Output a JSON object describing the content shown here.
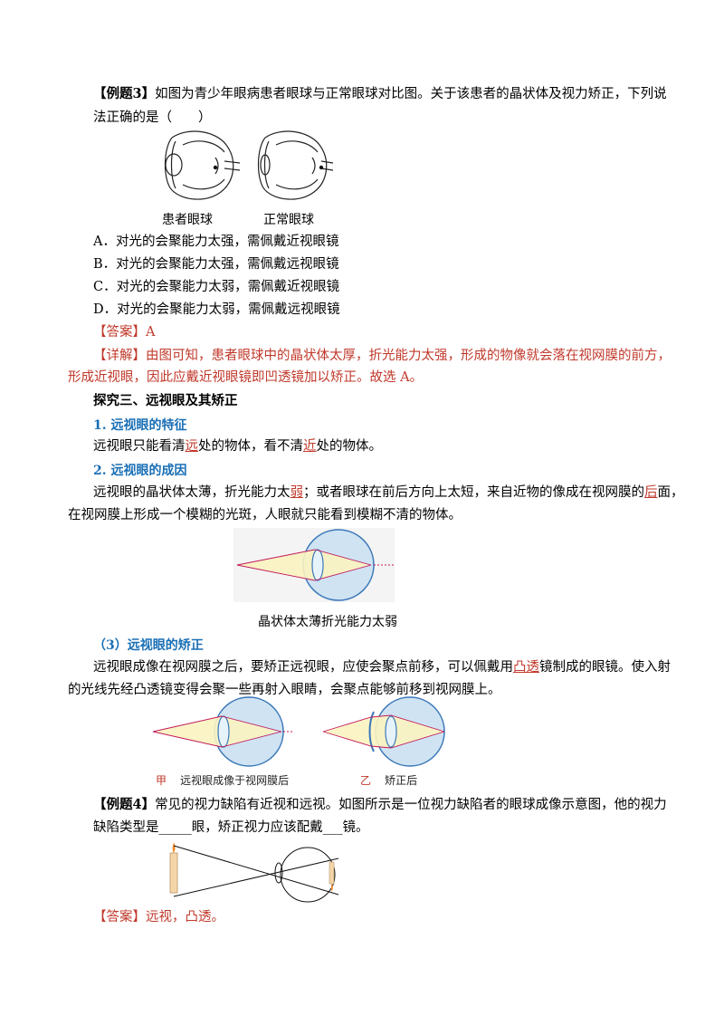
{
  "ex3": {
    "label": "【例题3】",
    "stem_l1": "如图为青少年眼病患者眼球与正常眼球对比图。关于该患者的晶状体及视力矫正，下列说",
    "stem_l2": "法正确的是（　　）",
    "cap_patient": "患者眼球",
    "cap_normal": "正常眼球",
    "options": [
      "A．对光的会聚能力太强，需佩戴近视眼镜",
      "B．对光的会聚能力太强，需佩戴远视眼镜",
      "C．对光的会聚能力太弱，需佩戴近视眼镜",
      "D．对光的会聚能力太弱，需佩戴远视眼镜"
    ],
    "answer_label": "【答案】",
    "answer": "A",
    "detail_label": "【详解】",
    "detail_l1": "由图可知，患者眼球中的晶状体太厚，折光能力太强，形成的物像就会落在视网膜的前方，",
    "detail_l2": "形成近视眼，因此应戴近视眼镜即凹透镜加以矫正。故选 A。"
  },
  "section3": {
    "title": "探究三、远视眼及其矫正",
    "h1": "1. 远视眼的特征",
    "p1_a": "远视眼只能看清",
    "p1_far": "远",
    "p1_b": "处的物体，看不清",
    "p1_near": "近",
    "p1_c": "处的物体。",
    "h2": "2. 远视眼的成因",
    "p2_a": "远视眼的晶状体太薄，折光能力太",
    "p2_weak": "弱",
    "p2_b": "；或者眼球在前后方向上太短，来自近物的像成在视网膜的",
    "p2_back": "后",
    "p2_c": "面，",
    "p2_l2": "在视网膜上形成一个模糊的光斑，人眼就只能看到模糊不清的物体。",
    "fig_caption": "晶状体太薄折光能力太弱",
    "h3": "（3）远视眼的矫正",
    "p3_a": "远视眼成像在视网膜之后，要矫正远视眼，应使会聚点前移，可以佩戴用",
    "p3_convex": "凸透",
    "p3_b": "镜制成的眼镜。使入射",
    "p3_l2": "的光线先经凸透镜变得会聚一些再射入眼睛，会聚点能够前移到视网膜上。",
    "fig_jia_mark": "甲",
    "fig_jia_text": "远视眼成像于视网膜后",
    "fig_yi_mark": "乙",
    "fig_yi_text": "矫正后"
  },
  "ex4": {
    "label": "【例题4】",
    "stem_l1": "常见的视力缺陷有近视和远视。如图所示是一位视力缺陷者的眼球成像示意图，他的视力",
    "stem_l2": "缺陷类型是_____眼，矫正视力应该配戴___镜。",
    "answer_label": "【答案】",
    "answer": "远视，凸透。"
  }
}
